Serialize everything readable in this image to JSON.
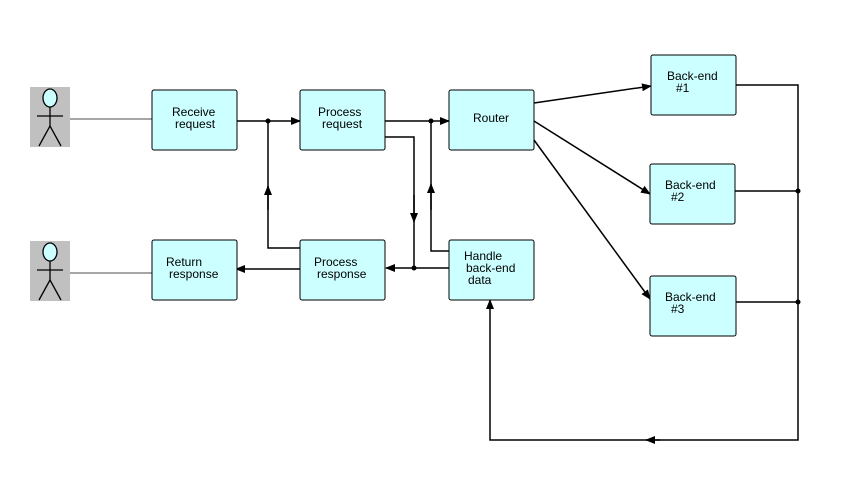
{
  "diagram": {
    "colors": {
      "node_fill": "#ccffff",
      "actor_bg": "#c0c0c0",
      "stroke": "#000000"
    },
    "actors": [
      {
        "id": "actor_top",
        "icon": "stick-figure-icon"
      },
      {
        "id": "actor_bottom",
        "icon": "stick-figure-icon"
      }
    ],
    "nodes": [
      {
        "id": "receive",
        "lines": [
          "Receive",
          "request"
        ]
      },
      {
        "id": "process_req",
        "lines": [
          "Process",
          "request"
        ]
      },
      {
        "id": "router",
        "lines": [
          "Router"
        ]
      },
      {
        "id": "be1",
        "lines": [
          "Back-end",
          "#1"
        ]
      },
      {
        "id": "be2",
        "lines": [
          "Back-end",
          "#2"
        ]
      },
      {
        "id": "be3",
        "lines": [
          "Back-end",
          "#3"
        ]
      },
      {
        "id": "ret",
        "lines": [
          "Return",
          "response"
        ]
      },
      {
        "id": "process_resp",
        "lines": [
          "Process",
          "response"
        ]
      },
      {
        "id": "handle",
        "lines": [
          "Handle",
          "back-end",
          "data"
        ]
      }
    ],
    "edges": [
      {
        "from": "actor_top",
        "to": "receive",
        "arrow": false
      },
      {
        "from": "actor_bottom",
        "to": "ret",
        "arrow": false
      },
      {
        "from": "receive",
        "to": "process_req",
        "arrow": true
      },
      {
        "from": "process_req",
        "to": "router",
        "arrow": true
      },
      {
        "from": "router",
        "to": "be1",
        "arrow": true
      },
      {
        "from": "router",
        "to": "be2",
        "arrow": true
      },
      {
        "from": "router",
        "to": "be3",
        "arrow": true
      },
      {
        "from": "be1",
        "to": "handle",
        "arrow": true
      },
      {
        "from": "be2",
        "to": "handle",
        "arrow": true
      },
      {
        "from": "be3",
        "to": "handle",
        "arrow": true
      },
      {
        "from": "handle",
        "to": "process_resp",
        "arrow": true
      },
      {
        "from": "handle",
        "to": "router",
        "arrow": true
      },
      {
        "from": "process_req",
        "to": "process_resp",
        "arrow": true
      },
      {
        "from": "process_resp",
        "to": "process_req",
        "arrow": true
      },
      {
        "from": "process_resp",
        "to": "ret",
        "arrow": true
      }
    ]
  }
}
